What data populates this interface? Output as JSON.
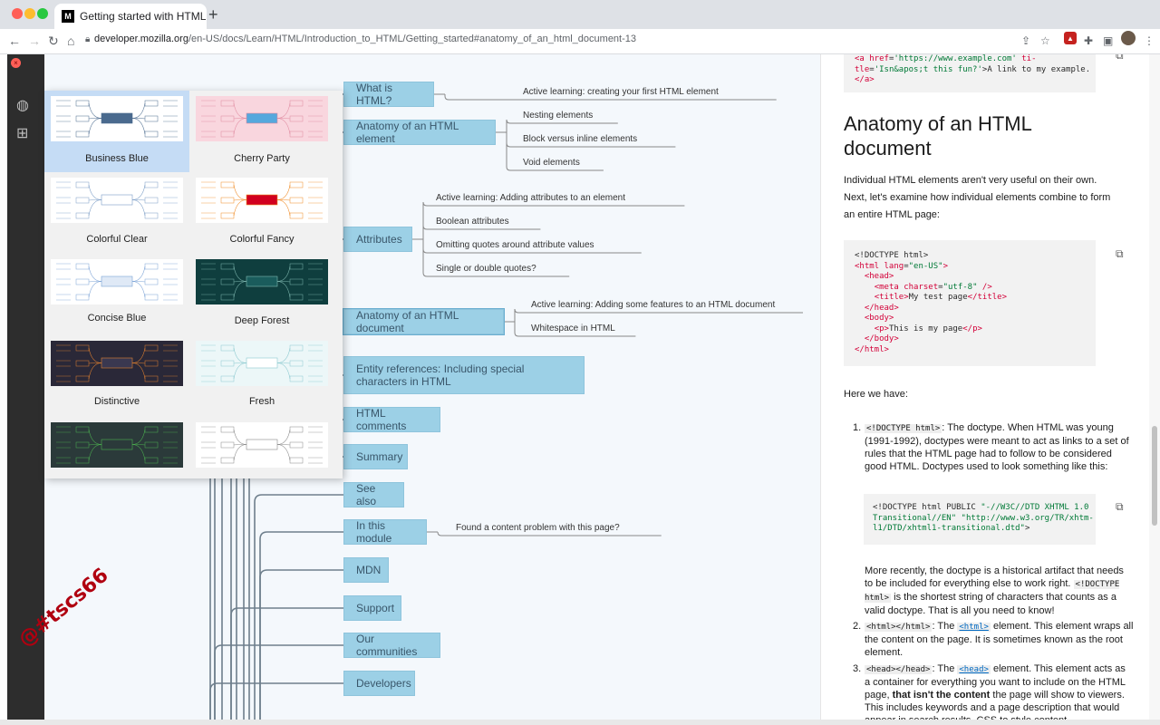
{
  "browser": {
    "tab_title": "Getting started with HTML - Le",
    "tab_favicon": "M",
    "url_host": "developer.mozilla.org",
    "url_path": "/en-US/docs/Learn/HTML/Introduction_to_HTML/Getting_started#anatomy_of_an_html_document-13"
  },
  "themes": [
    {
      "name": "Business Blue",
      "bg": "#ffffff",
      "center": "#4a6a8e",
      "accent": "#4a6a8e"
    },
    {
      "name": "Cherry Party",
      "bg": "#f9d6de",
      "center": "#55a8dd",
      "accent": "#e08aa0"
    },
    {
      "name": "Colorful Clear",
      "bg": "#ffffff",
      "center": "#ffffff",
      "accent": "#7a9cc6"
    },
    {
      "name": "Colorful Fancy",
      "bg": "#ffffff",
      "center": "#d1001f",
      "accent": "#f08a24"
    },
    {
      "name": "Concise Blue",
      "bg": "#ffffff",
      "center": "#dfe9f6",
      "accent": "#7aa2d6"
    },
    {
      "name": "Deep Forest",
      "bg": "#0f3e3e",
      "center": "#1a5c5c",
      "accent": "#7fb8b0"
    },
    {
      "name": "Distinctive",
      "bg": "#2a2838",
      "center": "#3a3850",
      "accent": "#e08030"
    },
    {
      "name": "Fresh",
      "bg": "#ecf7f8",
      "center": "#ffffff",
      "accent": "#8ac8cf"
    },
    {
      "name": "",
      "bg": "#2b3a3a",
      "center": "#2b3a3a",
      "accent": "#4caf50"
    },
    {
      "name": "",
      "bg": "#ffffff",
      "center": "#ffffff",
      "accent": "#888888"
    }
  ],
  "mindmap": {
    "nodes": [
      {
        "label": "What is HTML?"
      },
      {
        "label": "Anatomy of an HTML element"
      },
      {
        "label": "Attributes"
      },
      {
        "label": "Anatomy of an HTML document"
      },
      {
        "label": "Entity references: Including special characters in HTML"
      },
      {
        "label": "HTML comments"
      },
      {
        "label": "Summary"
      },
      {
        "label": "See also"
      },
      {
        "label": "In this module"
      },
      {
        "label": "MDN"
      },
      {
        "label": "Support"
      },
      {
        "label": "Our communities"
      },
      {
        "label": "Developers"
      }
    ],
    "subtopics": [
      "Active learning: creating your first HTML element",
      "Nesting elements",
      "Block versus inline elements",
      "Void elements",
      "Active learning: Adding attributes to an element",
      "Boolean attributes",
      "Omitting quotes around attribute values",
      "Single or double quotes?",
      "Active learning: Adding some features to an HTML document",
      "Whitespace in HTML",
      "Found a content problem with this page?"
    ]
  },
  "doc": {
    "heading": "Anatomy of an HTML document",
    "intro": "Individual HTML elements aren't very useful on their own. Next, let's examine how individual elements combine to form an entire HTML page:",
    "here_we_have": "Here we have:",
    "item1_code": "<!DOCTYPE html>",
    "item1_text": ": The doctype. When HTML was young (1991-1992), doctypes were meant to act as links to a set of rules that the HTML page had to follow to be considered good HTML. Doctypes used to look something like this:",
    "item1_more_a": "More recently, the doctype is a historical artifact that needs to be included for everything else to work right.",
    "item1_more_code": "<!DOCTYPE html>",
    "item1_more_b": "is the shortest string of characters that counts as a valid doctype. That is all you need to know!",
    "item2_code": "<html></html>",
    "item2_mid": ": The",
    "item2_link": "<html>",
    "item2_text": "element. This element wraps all the content on the page. It is sometimes known as the root element.",
    "item3_code": "<head></head>",
    "item3_mid": ": The",
    "item3_link": "<head>",
    "item3_text_a": "element. This element acts as a container for everything you want to include on the HTML page,",
    "item3_bold": "that isn't the content",
    "item3_text_b": "the page will show to viewers. This includes keywords and a page description that would appear in search results, CSS to style content"
  },
  "watermark": "@#tscs66"
}
